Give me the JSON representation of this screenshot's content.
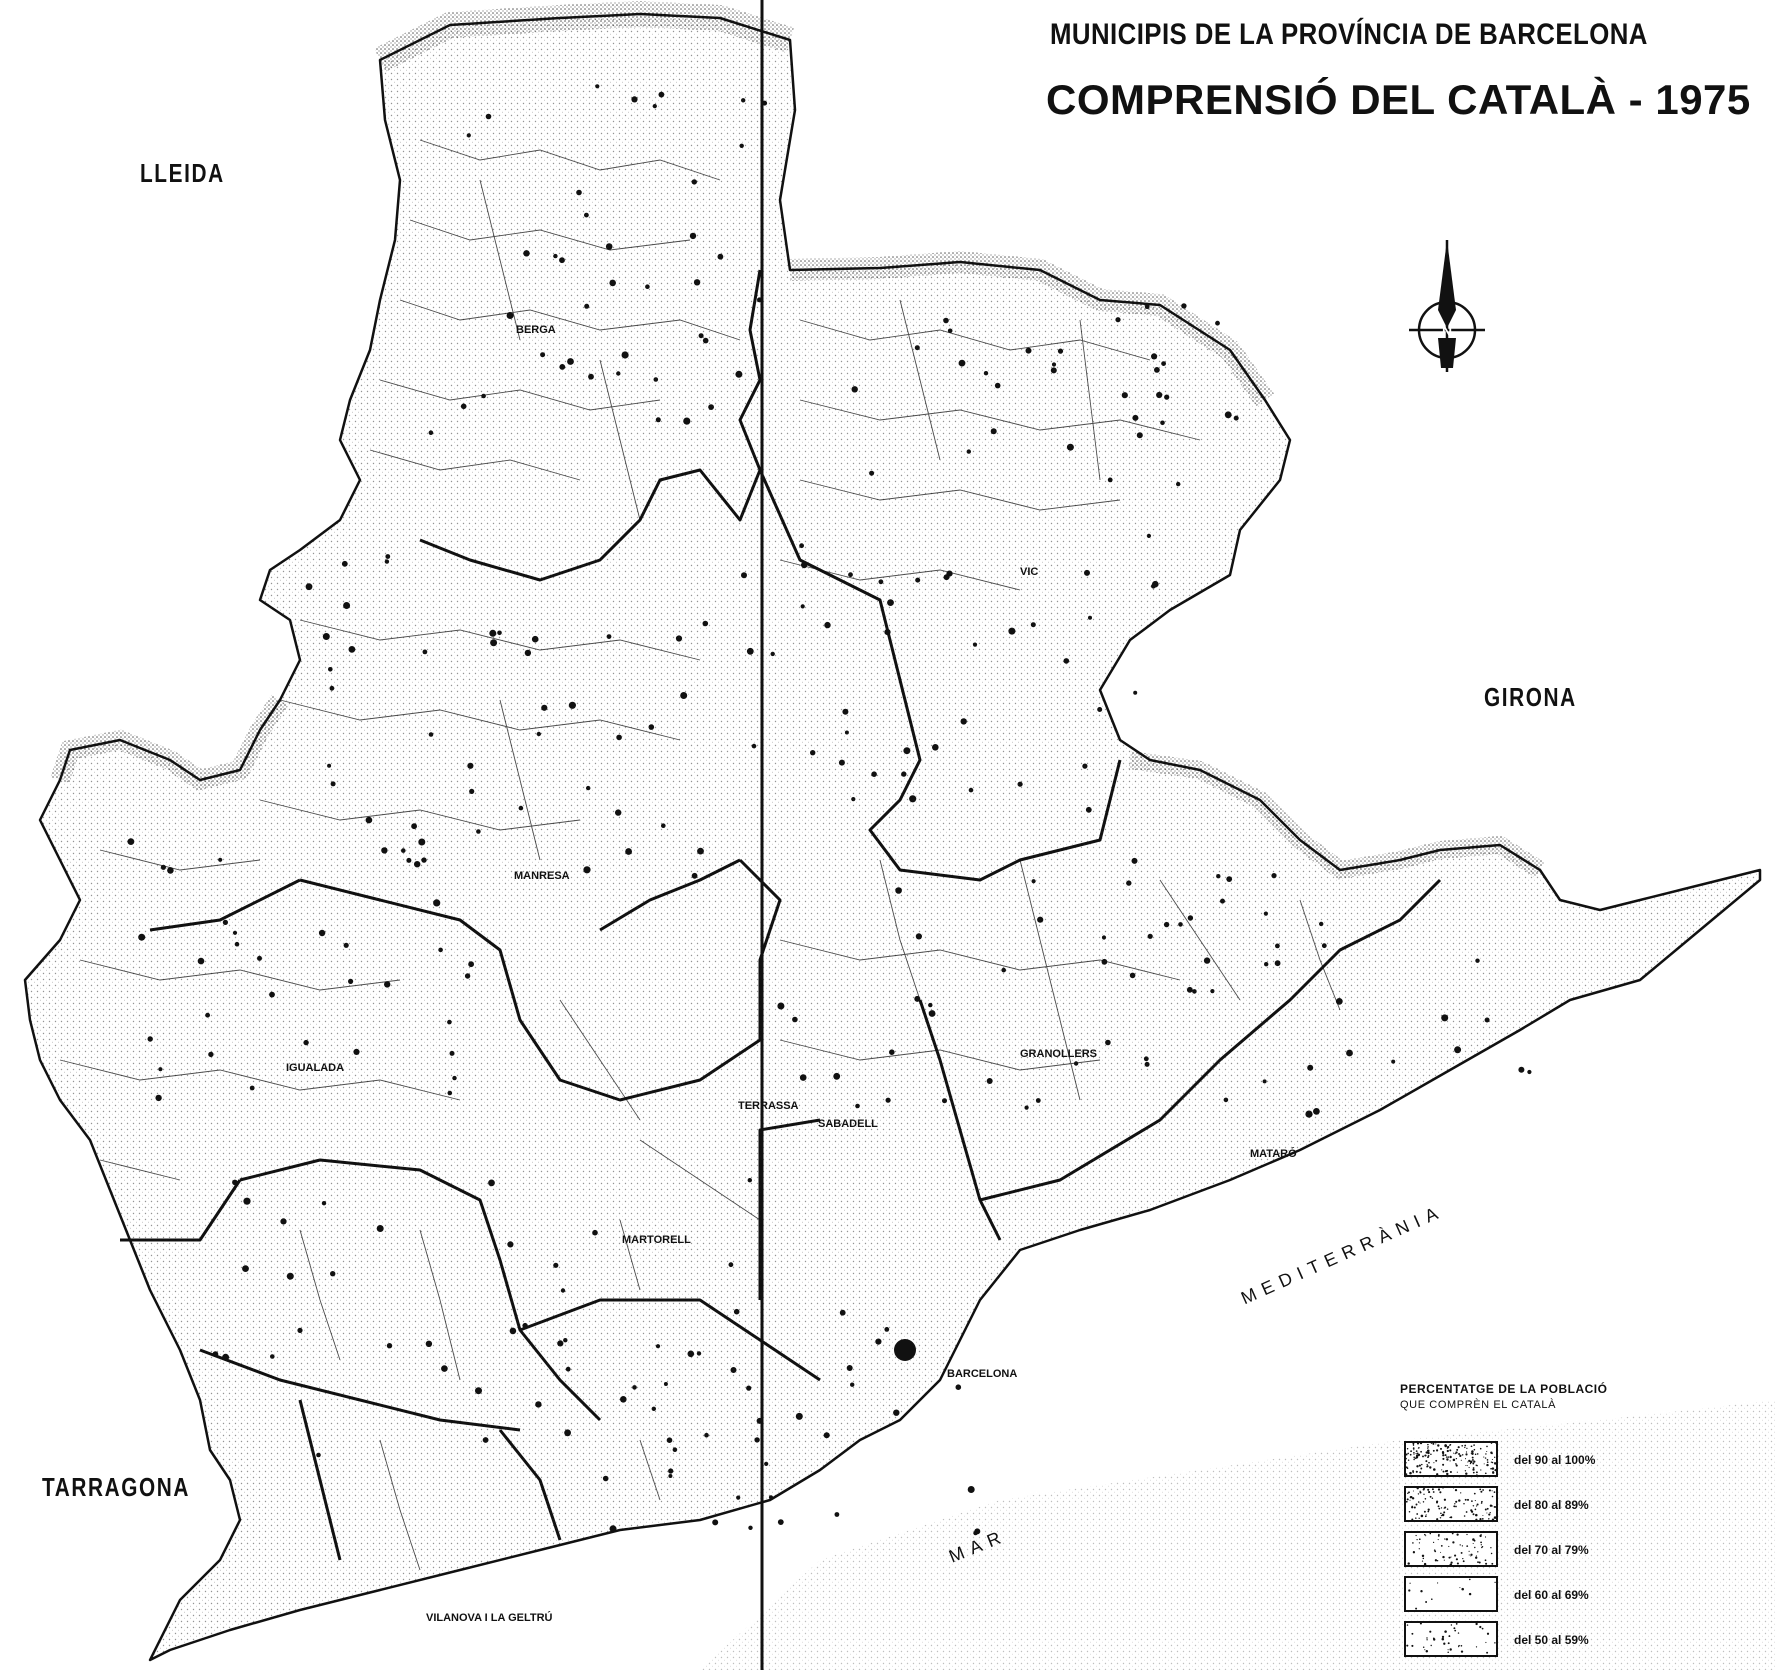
{
  "title": {
    "line1": "MUNICIPIS DE LA PROVÍNCIA DE BARCELONA",
    "line2": "COMPRENSIÓ DEL CATALÀ - 1975"
  },
  "neighbours": {
    "lleida": "LLEIDA",
    "girona": "GIRONA",
    "tarragona": "TARRAGONA"
  },
  "sea": {
    "word1": "MEDITERRÀNIA",
    "word2": "MAR"
  },
  "cities": {
    "manresa": "MANRESA",
    "terrassa": "TERRASSA",
    "sabadell": "SABADELL",
    "granollers": "GRANOLLERS",
    "vic": "VIC",
    "berga": "BERGA",
    "mataro": "MATARÓ",
    "barcelona": "BARCELONA",
    "martorell": "MARTORELL",
    "igualada": "IGUALADA",
    "vilanova": "VILANOVA I LA GELTRÚ"
  },
  "legend": {
    "title": "PERCENTATGE DE LA POBLACIÓ",
    "subtitle": "QUE COMPRÈN EL CATALÀ",
    "items": [
      {
        "label": "del 90 al 100%",
        "density": 0.45
      },
      {
        "label": "del 80 al 89%",
        "density": 0.28
      },
      {
        "label": "del 70 al 79%",
        "density": 0.18
      },
      {
        "label": "del 60 al 69%",
        "density": 0.03
      },
      {
        "label": "del 50 al 59%",
        "density": 0.1
      }
    ]
  },
  "compass": {
    "label": "N"
  },
  "colors": {
    "ink": "#111111",
    "paper": "#ffffff"
  }
}
